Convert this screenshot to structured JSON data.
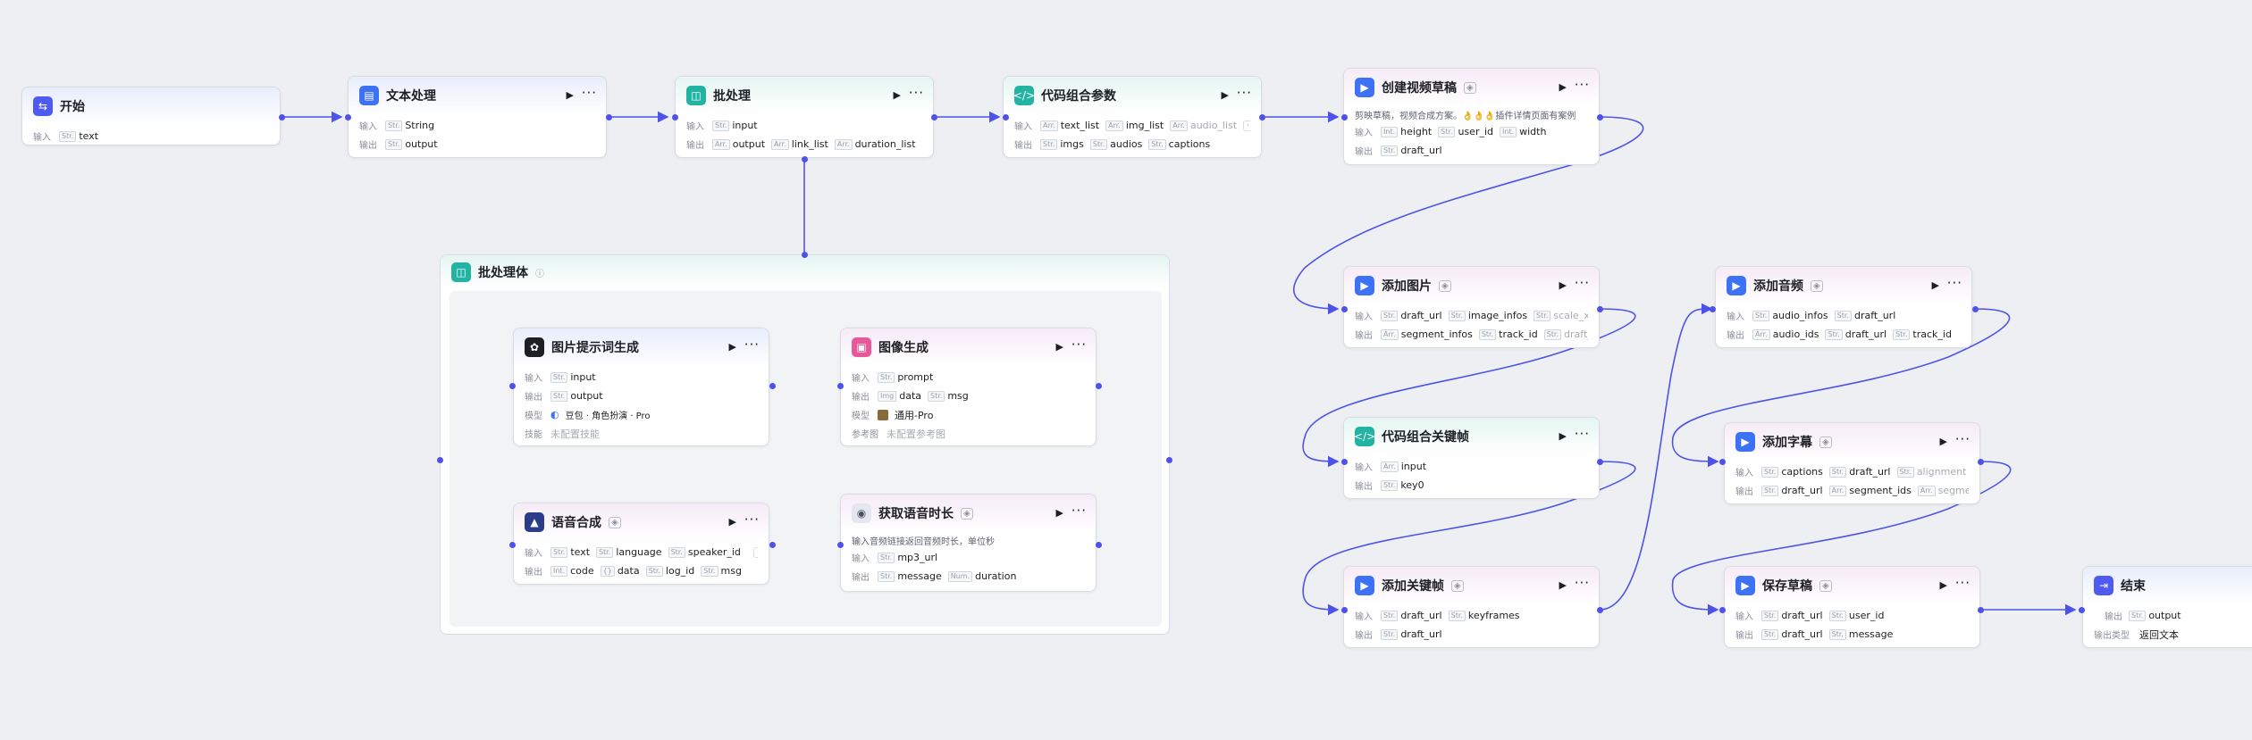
{
  "accent_color": "#4d53e8",
  "nodes": {
    "start": {
      "title": "开始",
      "input_label": "输入",
      "inputs": [
        {
          "type": "Str.",
          "name": "text"
        }
      ],
      "icon": "start-icon"
    },
    "text_proc": {
      "title": "文本处理",
      "input_label": "输入",
      "output_label": "输出",
      "inputs": [
        {
          "type": "Str.",
          "name": "String"
        }
      ],
      "outputs": [
        {
          "type": "Str.",
          "name": "output"
        }
      ],
      "icon": "text-process-icon"
    },
    "batch": {
      "title": "批处理",
      "input_label": "输入",
      "output_label": "输出",
      "inputs": [
        {
          "type": "Str.",
          "name": "input"
        }
      ],
      "outputs": [
        {
          "type": "Arr.",
          "name": "output"
        },
        {
          "type": "Arr.",
          "name": "link_list"
        },
        {
          "type": "Arr.",
          "name": "duration_list"
        }
      ],
      "icon": "batch-icon"
    },
    "code_params": {
      "title": "代码组合参数",
      "input_label": "输入",
      "output_label": "输出",
      "inputs": [
        {
          "type": "Arr.",
          "name": "text_list"
        },
        {
          "type": "Arr.",
          "name": "img_list"
        },
        {
          "type": "Arr.",
          "name": "audio_list"
        }
      ],
      "outputs": [
        {
          "type": "Str.",
          "name": "imgs"
        },
        {
          "type": "Str.",
          "name": "audios"
        },
        {
          "type": "Str.",
          "name": "captions"
        }
      ],
      "icon": "code-icon"
    },
    "create_draft": {
      "title": "创建视频草稿",
      "desc": "剪映草稿，视频合成方案。👌👌👌插件详情页面有案例",
      "input_label": "输入",
      "output_label": "输出",
      "inputs": [
        {
          "type": "Int.",
          "name": "height"
        },
        {
          "type": "Str.",
          "name": "user_id"
        },
        {
          "type": "Int.",
          "name": "width"
        }
      ],
      "outputs": [
        {
          "type": "Str.",
          "name": "draft_url"
        }
      ],
      "icon": "capcut-icon"
    },
    "batch_body": {
      "title": "批处理体",
      "info_icon": "info-icon",
      "icon": "batch-icon"
    },
    "img_prompt": {
      "title": "图片提示词生成",
      "input_label": "输入",
      "output_label": "输出",
      "model_label": "模型",
      "skill_label": "技能",
      "inputs": [
        {
          "type": "Str.",
          "name": "input"
        }
      ],
      "outputs": [
        {
          "type": "Str.",
          "name": "output"
        }
      ],
      "model": "豆包 · 角色扮演 · Pro",
      "skill": "未配置技能",
      "icon": "llm-icon"
    },
    "img_gen": {
      "title": "图像生成",
      "input_label": "输入",
      "output_label": "输出",
      "model_label": "模型",
      "ref_label": "参考图",
      "inputs": [
        {
          "type": "Str.",
          "name": "prompt"
        }
      ],
      "outputs": [
        {
          "type": "Img",
          "name": "data"
        },
        {
          "type": "Str.",
          "name": "msg"
        }
      ],
      "model": "通用-Pro",
      "ref": "未配置参考图",
      "icon": "image-gen-icon"
    },
    "tts": {
      "title": "语音合成",
      "input_label": "输入",
      "output_label": "输出",
      "inputs": [
        {
          "type": "Str.",
          "name": "text"
        },
        {
          "type": "Str.",
          "name": "language"
        },
        {
          "type": "Str.",
          "name": "speaker_id"
        }
      ],
      "outputs": [
        {
          "type": "Int.",
          "name": "code"
        },
        {
          "type": "{}",
          "name": "data"
        },
        {
          "type": "Str.",
          "name": "log_id"
        },
        {
          "type": "Str.",
          "name": "msg"
        }
      ],
      "icon": "tts-icon"
    },
    "audio_dur": {
      "title": "获取语音时长",
      "desc": "输入音频链接返回音频时长，单位秒",
      "input_label": "输入",
      "output_label": "输出",
      "inputs": [
        {
          "type": "Str.",
          "name": "mp3_url"
        }
      ],
      "outputs": [
        {
          "type": "Str.",
          "name": "message"
        },
        {
          "type": "Num.",
          "name": "duration"
        }
      ],
      "icon": "audio-duration-icon"
    },
    "add_images": {
      "title": "添加图片",
      "input_label": "输入",
      "output_label": "输出",
      "inputs": [
        {
          "type": "Str.",
          "name": "draft_url"
        },
        {
          "type": "Str.",
          "name": "image_infos"
        },
        {
          "type": "Str.",
          "name": "scale_x"
        }
      ],
      "outputs": [
        {
          "type": "Arr.",
          "name": "segment_infos"
        },
        {
          "type": "Str.",
          "name": "track_id"
        },
        {
          "type": "Str.",
          "name": "draft_url"
        }
      ],
      "icon": "capcut-icon"
    },
    "code_kf": {
      "title": "代码组合关键帧",
      "input_label": "输入",
      "output_label": "输出",
      "inputs": [
        {
          "type": "Arr.",
          "name": "input"
        }
      ],
      "outputs": [
        {
          "type": "Str.",
          "name": "key0"
        }
      ],
      "icon": "code-icon"
    },
    "add_kf": {
      "title": "添加关键帧",
      "input_label": "输入",
      "output_label": "输出",
      "inputs": [
        {
          "type": "Str.",
          "name": "draft_url"
        },
        {
          "type": "Str.",
          "name": "keyframes"
        }
      ],
      "outputs": [
        {
          "type": "Str.",
          "name": "draft_url"
        }
      ],
      "icon": "capcut-icon"
    },
    "add_audio": {
      "title": "添加音频",
      "input_label": "输入",
      "output_label": "输出",
      "inputs": [
        {
          "type": "Str.",
          "name": "audio_infos"
        },
        {
          "type": "Str.",
          "name": "draft_url"
        }
      ],
      "outputs": [
        {
          "type": "Arr.",
          "name": "audio_ids"
        },
        {
          "type": "Str.",
          "name": "draft_url"
        },
        {
          "type": "Str.",
          "name": "track_id"
        }
      ],
      "icon": "capcut-icon"
    },
    "add_captions": {
      "title": "添加字幕",
      "input_label": "输入",
      "output_label": "输出",
      "inputs": [
        {
          "type": "Str.",
          "name": "captions"
        },
        {
          "type": "Str.",
          "name": "draft_url"
        },
        {
          "type": "Str.",
          "name": "alignment"
        }
      ],
      "outputs": [
        {
          "type": "Str.",
          "name": "draft_url"
        },
        {
          "type": "Arr.",
          "name": "segment_ids"
        },
        {
          "type": "Arr.",
          "name": "segment_infos"
        }
      ],
      "icon": "capcut-icon"
    },
    "save_draft": {
      "title": "保存草稿",
      "input_label": "输入",
      "output_label": "输出",
      "inputs": [
        {
          "type": "Str.",
          "name": "draft_url"
        },
        {
          "type": "Str.",
          "name": "user_id"
        }
      ],
      "outputs": [
        {
          "type": "Str.",
          "name": "draft_url"
        },
        {
          "type": "Str.",
          "name": "message"
        }
      ],
      "icon": "capcut-icon"
    },
    "end": {
      "title": "结束",
      "input_label": "输出",
      "output_type_label": "输出类型",
      "inputs": [
        {
          "type": "Str.",
          "name": "output"
        }
      ],
      "output_type": "返回文本",
      "icon": "end-icon"
    }
  }
}
